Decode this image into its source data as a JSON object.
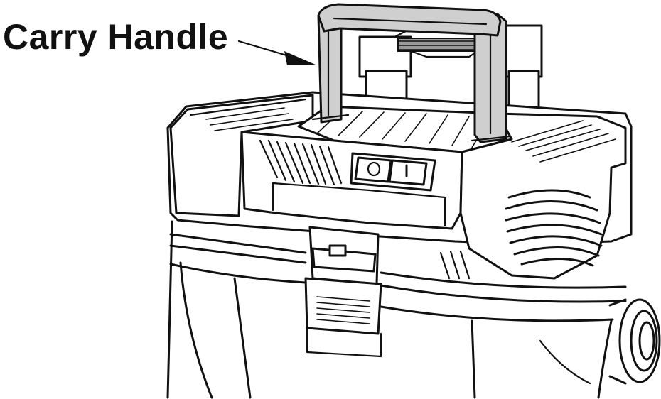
{
  "callout": {
    "label": "Carry Handle"
  },
  "switch": {
    "off_symbol": "O",
    "on_symbol": "I"
  }
}
